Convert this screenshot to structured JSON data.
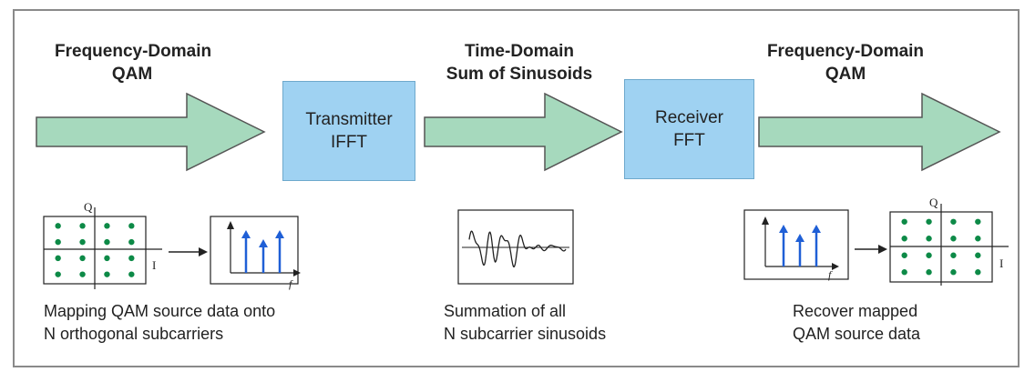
{
  "headers": {
    "left": [
      "Frequency-Domain",
      "QAM"
    ],
    "middle": [
      "Time-Domain",
      "Sum of Sinusoids"
    ],
    "right": [
      "Frequency-Domain",
      "QAM"
    ]
  },
  "blocks": {
    "transmitter": [
      "Transmitter",
      "IFFT"
    ],
    "receiver": [
      "Receiver",
      "FFT"
    ]
  },
  "captions": {
    "left": [
      "Mapping QAM source data onto",
      "N orthogonal subcarriers"
    ],
    "middle": [
      "Summation of all",
      "N subcarrier sinusoids"
    ],
    "right": [
      "Recover mapped",
      "QAM source data"
    ]
  },
  "axis_labels": {
    "q": "Q",
    "i": "I",
    "f": "f"
  },
  "colors": {
    "arrow_fill": "#a6d9bd",
    "block_fill": "#9fd2f2",
    "constellation_dot": "#0d8a47",
    "spectrum_arrow": "#1f5fd6"
  }
}
